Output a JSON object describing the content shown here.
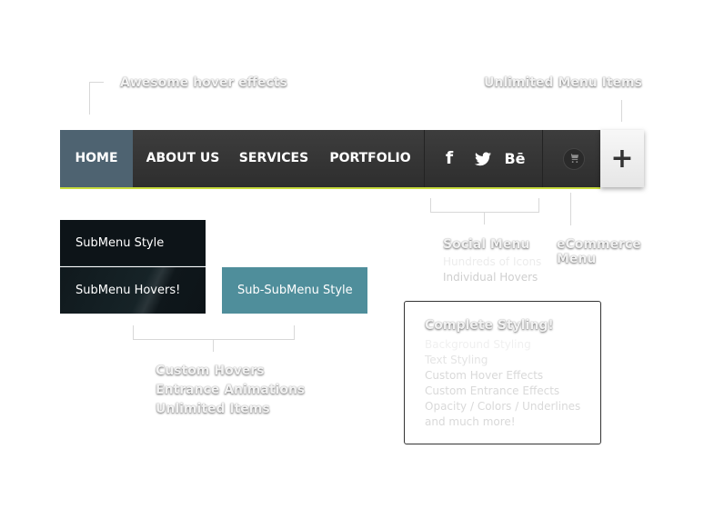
{
  "callouts": {
    "hover_effects": "Awesome hover effects",
    "menu_items": "Unlimited Menu Items",
    "social_title": "Social Menu",
    "social_line1": "Hundreds of Icons",
    "social_line2": "Individual Hovers",
    "ecommerce_line1": "eCommerce",
    "ecommerce_line2": "Menu",
    "custom_line1": "Custom Hovers",
    "custom_line2": "Entrance Animations",
    "custom_line3": "Unlimited Items"
  },
  "menu": {
    "items": [
      {
        "label": "HOME",
        "active": true
      },
      {
        "label": "ABOUT US"
      },
      {
        "label": "SERVICES"
      },
      {
        "label": "PORTFOLIO"
      }
    ],
    "social": [
      {
        "icon": "facebook-icon",
        "glyph": "f"
      },
      {
        "icon": "twitter-icon",
        "glyph": "🐦"
      },
      {
        "icon": "behance-icon",
        "glyph": "Bē"
      }
    ],
    "cart_icon": "shopping-cart-icon",
    "plus_glyph": "+",
    "accent_color": "#c8dc3c",
    "active_color": "#4e6371"
  },
  "submenu": {
    "item1": "SubMenu Style",
    "item2": "SubMenu Hovers!",
    "subsub": "Sub-SubMenu Style",
    "subsub_color": "#4f8e9b"
  },
  "styling_box": {
    "title": "Complete Styling!",
    "lines": [
      "Background Styling",
      "Text Styling",
      "Custom Hover Effects",
      "Custom Entrance Effects",
      "Opacity / Colors / Underlines",
      "and much more!"
    ]
  }
}
